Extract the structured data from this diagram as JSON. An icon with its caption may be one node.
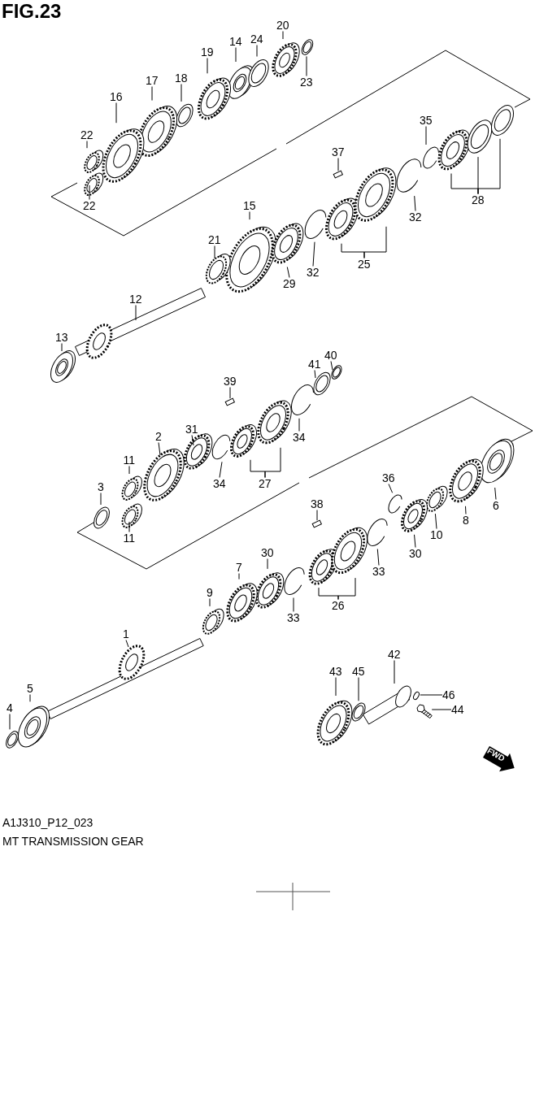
{
  "diagram": {
    "title": "FIG.23",
    "nodes": [
      {
        "text": [
          "20"
        ]
      },
      {
        "text": [
          "14"
        ]
      },
      {
        "text": [
          "24"
        ]
      },
      {
        "text": [
          "19"
        ]
      },
      {
        "text": [
          "23"
        ]
      },
      {
        "text": [
          "18"
        ]
      },
      {
        "text": [
          "17"
        ]
      },
      {
        "text": [
          "16"
        ]
      },
      {
        "text": [
          "22"
        ]
      },
      {
        "text": [
          "35"
        ]
      },
      {
        "text": [
          "37"
        ]
      },
      {
        "text": [
          "22"
        ]
      },
      {
        "text": [
          "28"
        ]
      },
      {
        "text": [
          "15"
        ]
      },
      {
        "text": [
          "32"
        ]
      },
      {
        "text": [
          "21"
        ]
      },
      {
        "text": [
          "25"
        ]
      },
      {
        "text": [
          "32"
        ]
      },
      {
        "text": [
          "29"
        ]
      },
      {
        "text": [
          "12"
        ]
      },
      {
        "text": [
          "13"
        ]
      },
      {
        "text": [
          "40"
        ]
      },
      {
        "text": [
          "41"
        ]
      },
      {
        "text": [
          "39"
        ]
      },
      {
        "text": [
          "31"
        ]
      },
      {
        "text": [
          "34"
        ]
      },
      {
        "text": [
          "2"
        ]
      },
      {
        "text": [
          "11"
        ]
      },
      {
        "text": [
          "36"
        ]
      },
      {
        "text": [
          "34"
        ]
      },
      {
        "text": [
          "27"
        ]
      },
      {
        "text": [
          "3"
        ]
      },
      {
        "text": [
          "6"
        ]
      },
      {
        "text": [
          "38"
        ]
      },
      {
        "text": [
          "8"
        ]
      },
      {
        "text": [
          "10"
        ]
      },
      {
        "text": [
          "11"
        ]
      },
      {
        "text": [
          "30"
        ]
      },
      {
        "text": [
          "30"
        ]
      },
      {
        "text": [
          "7"
        ]
      },
      {
        "text": [
          "33"
        ]
      },
      {
        "text": [
          "9"
        ]
      },
      {
        "text": [
          "26"
        ]
      },
      {
        "text": [
          "33"
        ]
      },
      {
        "text": [
          "1"
        ]
      },
      {
        "text": [
          "42"
        ]
      },
      {
        "text": [
          "43"
        ]
      },
      {
        "text": [
          "45"
        ]
      },
      {
        "text": [
          "5"
        ]
      },
      {
        "text": [
          "46"
        ]
      },
      {
        "text": [
          "4"
        ]
      },
      {
        "text": [
          "44"
        ]
      },
      {
        "text": [],
        "shape": "picture"
      },
      {
        "text": [],
        "shape": "picture"
      },
      {
        "text": [],
        "shape": "picture"
      },
      {
        "text": [],
        "shape": "picture"
      },
      {
        "text": [],
        "shape": "picture"
      },
      {
        "text": [],
        "shape": "picture"
      },
      {
        "text": [],
        "shape": "picture"
      },
      {
        "text": [],
        "shape": "picture"
      },
      {
        "text": [],
        "shape": "picture"
      },
      {
        "text": [],
        "shape": "circle"
      },
      {
        "text": [],
        "shape": "box"
      },
      {
        "text": [],
        "shape": "picture"
      },
      {
        "text": [],
        "shape": "picture"
      },
      {
        "text": [],
        "shape": "picture"
      },
      {
        "text": [],
        "shape": "picture"
      },
      {
        "text": [],
        "shape": "picture"
      },
      {
        "text": [],
        "shape": "circle"
      },
      {
        "text": [],
        "shape": "picture"
      },
      {
        "text": [],
        "shape": "picture"
      },
      {
        "text": [],
        "shape": "picture"
      },
      {
        "text": [],
        "shape": "circle"
      },
      {
        "text": [],
        "shape": "picture"
      },
      {
        "text": [],
        "shape": "picture"
      },
      {
        "text": [],
        "shape": "picture"
      },
      {
        "text": [],
        "shape": "picture"
      },
      {
        "text": [],
        "shape": "picture"
      },
      {
        "text": [],
        "shape": "box"
      },
      {
        "text": [],
        "shape": "picture"
      },
      {
        "text": [],
        "shape": "circle"
      },
      {
        "text": [],
        "shape": "picture"
      },
      {
        "text": [],
        "shape": "picture"
      },
      {
        "text": [],
        "shape": "circle"
      },
      {
        "text": [],
        "shape": "circle"
      },
      {
        "text": [],
        "shape": "picture"
      },
      {
        "text": [],
        "shape": "picture"
      },
      {
        "text": [],
        "shape": "picture"
      },
      {
        "text": [],
        "shape": "picture"
      },
      {
        "text": [],
        "shape": "box"
      },
      {
        "text": [],
        "shape": "picture"
      },
      {
        "text": [],
        "shape": "picture"
      },
      {
        "text": [],
        "shape": "picture"
      },
      {
        "text": [],
        "shape": "picture"
      },
      {
        "text": [],
        "shape": "picture"
      },
      {
        "text": [],
        "shape": "picture"
      },
      {
        "text": [],
        "shape": "circle"
      },
      {
        "text": [],
        "shape": "picture"
      },
      {
        "text": [],
        "shape": "picture"
      },
      {
        "text": [],
        "shape": "picture"
      },
      {
        "text": [],
        "shape": "circle"
      },
      {
        "text": [],
        "shape": "picture"
      },
      {
        "text": [],
        "shape": "picture"
      },
      {
        "text": [],
        "shape": "picture"
      },
      {
        "text": [],
        "shape": "picture"
      },
      {
        "text": [],
        "shape": "picture"
      },
      {
        "text": [],
        "shape": "circle"
      },
      {
        "text": [],
        "shape": "picture"
      },
      {
        "text": [],
        "shape": "picture"
      }
    ],
    "edges": [
      {
        "from": 0,
        "to": 52,
        "arrow": "none"
      },
      {
        "from": 1,
        "to": 53,
        "arrow": "none"
      },
      {
        "from": 2,
        "to": 54,
        "arrow": "none"
      },
      {
        "from": 3,
        "to": 55,
        "arrow": "none"
      },
      {
        "from": 4,
        "to": 56,
        "arrow": "none"
      },
      {
        "from": 5,
        "to": 57,
        "arrow": "none"
      },
      {
        "from": 6,
        "to": 58,
        "arrow": "none"
      },
      {
        "from": 7,
        "to": 59,
        "arrow": "none"
      },
      {
        "from": 8,
        "to": 60,
        "arrow": "none"
      },
      {
        "from": 9,
        "to": 61,
        "arrow": "none"
      },
      {
        "from": 10,
        "to": 62,
        "arrow": "none"
      },
      {
        "from": 11,
        "to": 63,
        "arrow": "none"
      },
      {
        "from": 12,
        "to": 64,
        "arrow": "none"
      },
      {
        "from": 12,
        "to": 65,
        "arrow": "none"
      },
      {
        "from": 12,
        "to": 66,
        "arrow": "none"
      },
      {
        "from": 13,
        "to": 67,
        "arrow": "none"
      },
      {
        "from": 14,
        "to": 68,
        "arrow": "none"
      },
      {
        "from": 15,
        "to": 69,
        "arrow": "none"
      },
      {
        "from": 16,
        "to": 70,
        "arrow": "none"
      },
      {
        "from": 16,
        "to": 71,
        "arrow": "none"
      },
      {
        "from": 17,
        "to": 72,
        "arrow": "none"
      },
      {
        "from": 18,
        "to": 73,
        "arrow": "none"
      },
      {
        "from": 19,
        "to": 74,
        "arrow": "none"
      },
      {
        "from": 20,
        "to": 75,
        "arrow": "none"
      },
      {
        "from": 21,
        "to": 76,
        "arrow": "none"
      },
      {
        "from": 22,
        "to": 77,
        "arrow": "none"
      },
      {
        "from": 23,
        "to": 78,
        "arrow": "none"
      },
      {
        "from": 24,
        "to": 79,
        "arrow": "none"
      },
      {
        "from": 25,
        "to": 80,
        "arrow": "none"
      },
      {
        "from": 26,
        "to": 81,
        "arrow": "none"
      },
      {
        "from": 27,
        "to": 82,
        "arrow": "none"
      },
      {
        "from": 28,
        "to": 83,
        "arrow": "none"
      },
      {
        "from": 29,
        "to": 84,
        "arrow": "none"
      },
      {
        "from": 30,
        "to": 85,
        "arrow": "none"
      },
      {
        "from": 30,
        "to": 86,
        "arrow": "none"
      },
      {
        "from": 31,
        "to": 87,
        "arrow": "none"
      },
      {
        "from": 32,
        "to": 88,
        "arrow": "none"
      },
      {
        "from": 33,
        "to": 89,
        "arrow": "none"
      },
      {
        "from": 34,
        "to": 90,
        "arrow": "none"
      },
      {
        "from": 35,
        "to": 91,
        "arrow": "none"
      },
      {
        "from": 36,
        "to": 92,
        "arrow": "none"
      },
      {
        "from": 37,
        "to": 93,
        "arrow": "none"
      },
      {
        "from": 38,
        "to": 94,
        "arrow": "none"
      },
      {
        "from": 39,
        "to": 95,
        "arrow": "none"
      },
      {
        "from": 40,
        "to": 96,
        "arrow": "none"
      },
      {
        "from": 41,
        "to": 97,
        "arrow": "none"
      },
      {
        "from": 42,
        "to": 98,
        "arrow": "none"
      },
      {
        "from": 42,
        "to": 99,
        "arrow": "none"
      },
      {
        "from": 43,
        "to": 100,
        "arrow": "none"
      },
      {
        "from": 44,
        "to": 101,
        "arrow": "none"
      },
      {
        "from": 45,
        "to": 102,
        "arrow": "none"
      },
      {
        "from": 46,
        "to": 103,
        "arrow": "none"
      },
      {
        "from": 47,
        "to": 104,
        "arrow": "none"
      },
      {
        "from": 48,
        "to": 105,
        "arrow": "none"
      },
      {
        "from": 49,
        "to": 106,
        "arrow": "none"
      },
      {
        "from": 50,
        "to": 107,
        "arrow": "none"
      },
      {
        "from": 51,
        "to": 108,
        "arrow": "none"
      }
    ],
    "labels": [
      "FWD",
      "A1J310_P12_023",
      "MT TRANSMISSION GEAR"
    ]
  }
}
